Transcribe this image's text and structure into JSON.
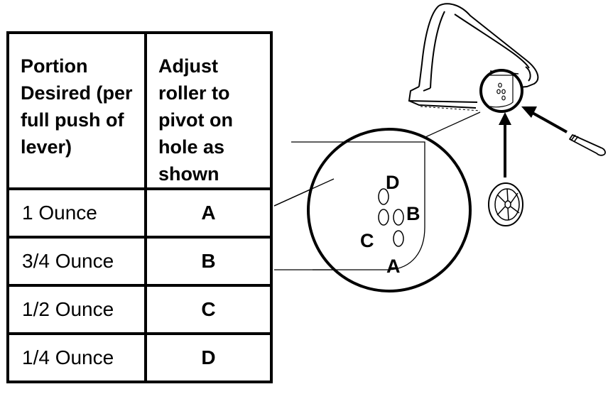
{
  "table": {
    "headers": [
      "Portion Desired (per full push of lever)",
      "Adjust roller to pivot on hole as shown"
    ],
    "rows": [
      {
        "amount": "1 Ounce",
        "hole": "A"
      },
      {
        "amount": "3/4 Ounce",
        "hole": "B"
      },
      {
        "amount": "1/2 Ounce",
        "hole": "C"
      },
      {
        "amount": "1/4 Ounce",
        "hole": "D"
      }
    ]
  },
  "diagram": {
    "hole_labels": [
      "A",
      "B",
      "C",
      "D"
    ]
  }
}
